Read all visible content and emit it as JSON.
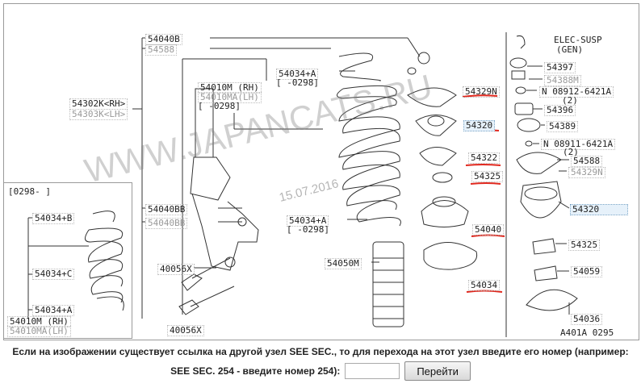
{
  "diagram": {
    "labels": {
      "p54040B": "54040B",
      "p54588a": "54588",
      "p54302K": "54302K<RH>",
      "p54303K": "54303K<LH>",
      "p54010M_rh": "54010M (RH)",
      "p54010MA_lh": "54010MA(LH)",
      "p0298_a": "[    -0298]",
      "p54034A_top": "54034+A",
      "p0298_b": "[    -0298]",
      "p54040BB_1": "54040BB",
      "p54040BB_2": "54040BB",
      "p54034A_mid": "54034+A",
      "p0298_c": "[    -0298]",
      "p40056X_1": "40056X",
      "p40056X_2": "40056X",
      "p54050M": "54050M",
      "range_inset": "[0298-      ]",
      "p54034B": "54034+B",
      "p54034C": "54034+C",
      "p54034A_inset": "54034+A",
      "p54010M_inset": "54010M (RH)",
      "p54010MA_inset": "54010MA(LH)",
      "p54329N_a": "54329N",
      "p54320_a": "54320",
      "p54322": "54322",
      "p54325_a": "54325",
      "p54040": "54040",
      "p54034": "54034",
      "elec_title": "ELEC-SUSP",
      "elec_sub": "(GEN)",
      "p54397": "54397",
      "p54388M": "54388M",
      "p08912": "N 08912-6421A",
      "p08912_qty": "(2)",
      "p54396": "54396",
      "p54389": "54389",
      "p08911": "N 08911-6421A",
      "p08911_qty": "(2)",
      "p54588b": "54588",
      "p54329N_b": "54329N",
      "p54320_b": "54320",
      "p54325_b": "54325",
      "p54059": "54059",
      "p54036": "54036",
      "diagram_code": "A401A 0295",
      "watermark": "WWW.JAPANCATS.RU",
      "date_stamp": "15.07.2016"
    },
    "colors": {
      "line": "#333333",
      "frame": "#9a9a9a",
      "highlight_bg": "#e6f1fa",
      "underline": "#e0281e",
      "watermark": "#8c8c8c"
    }
  },
  "footer": {
    "instruction_line1": "Если на изображении существует ссылка на другой узел SEE SEC., то для перехода на этот узел введите его номер (например:",
    "instruction_line2": "SEE SEC. 254 - введите номер 254):",
    "input_value": "",
    "submit_label": "Перейти"
  }
}
